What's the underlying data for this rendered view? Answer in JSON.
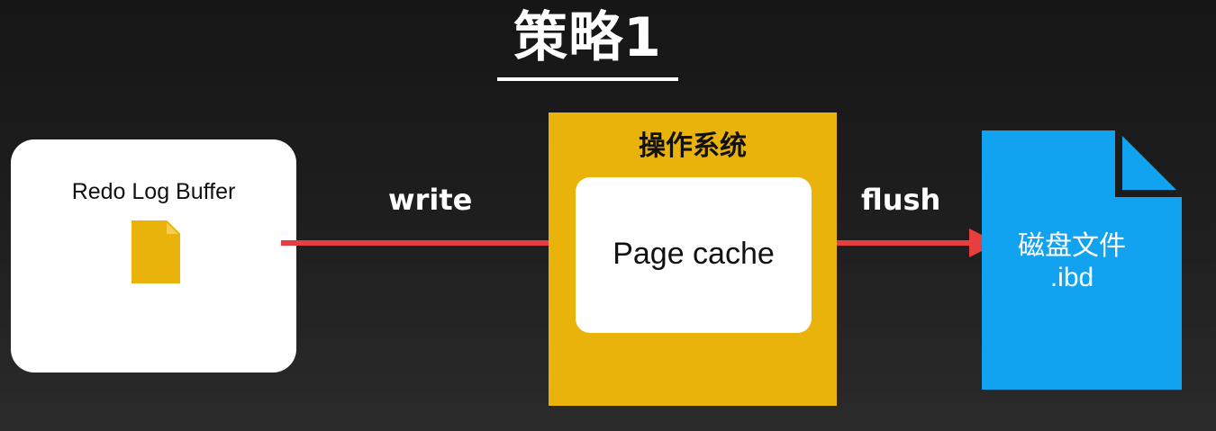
{
  "title": "策略1",
  "buffer": {
    "label": "Redo Log Buffer",
    "icon": "file-icon"
  },
  "os": {
    "label": "操作系统",
    "cache_label": "Page cache"
  },
  "steps": {
    "write": "write",
    "flush": "flush"
  },
  "disk": {
    "label": "磁盘文件",
    "ext": ".ibd",
    "icon": "file-icon"
  },
  "colors": {
    "background": "#1c1c1c",
    "os_box": "#e9b30b",
    "small_file": "#e9b30b",
    "disk_file": "#12a3f0",
    "arrow": "#e83e3e"
  }
}
